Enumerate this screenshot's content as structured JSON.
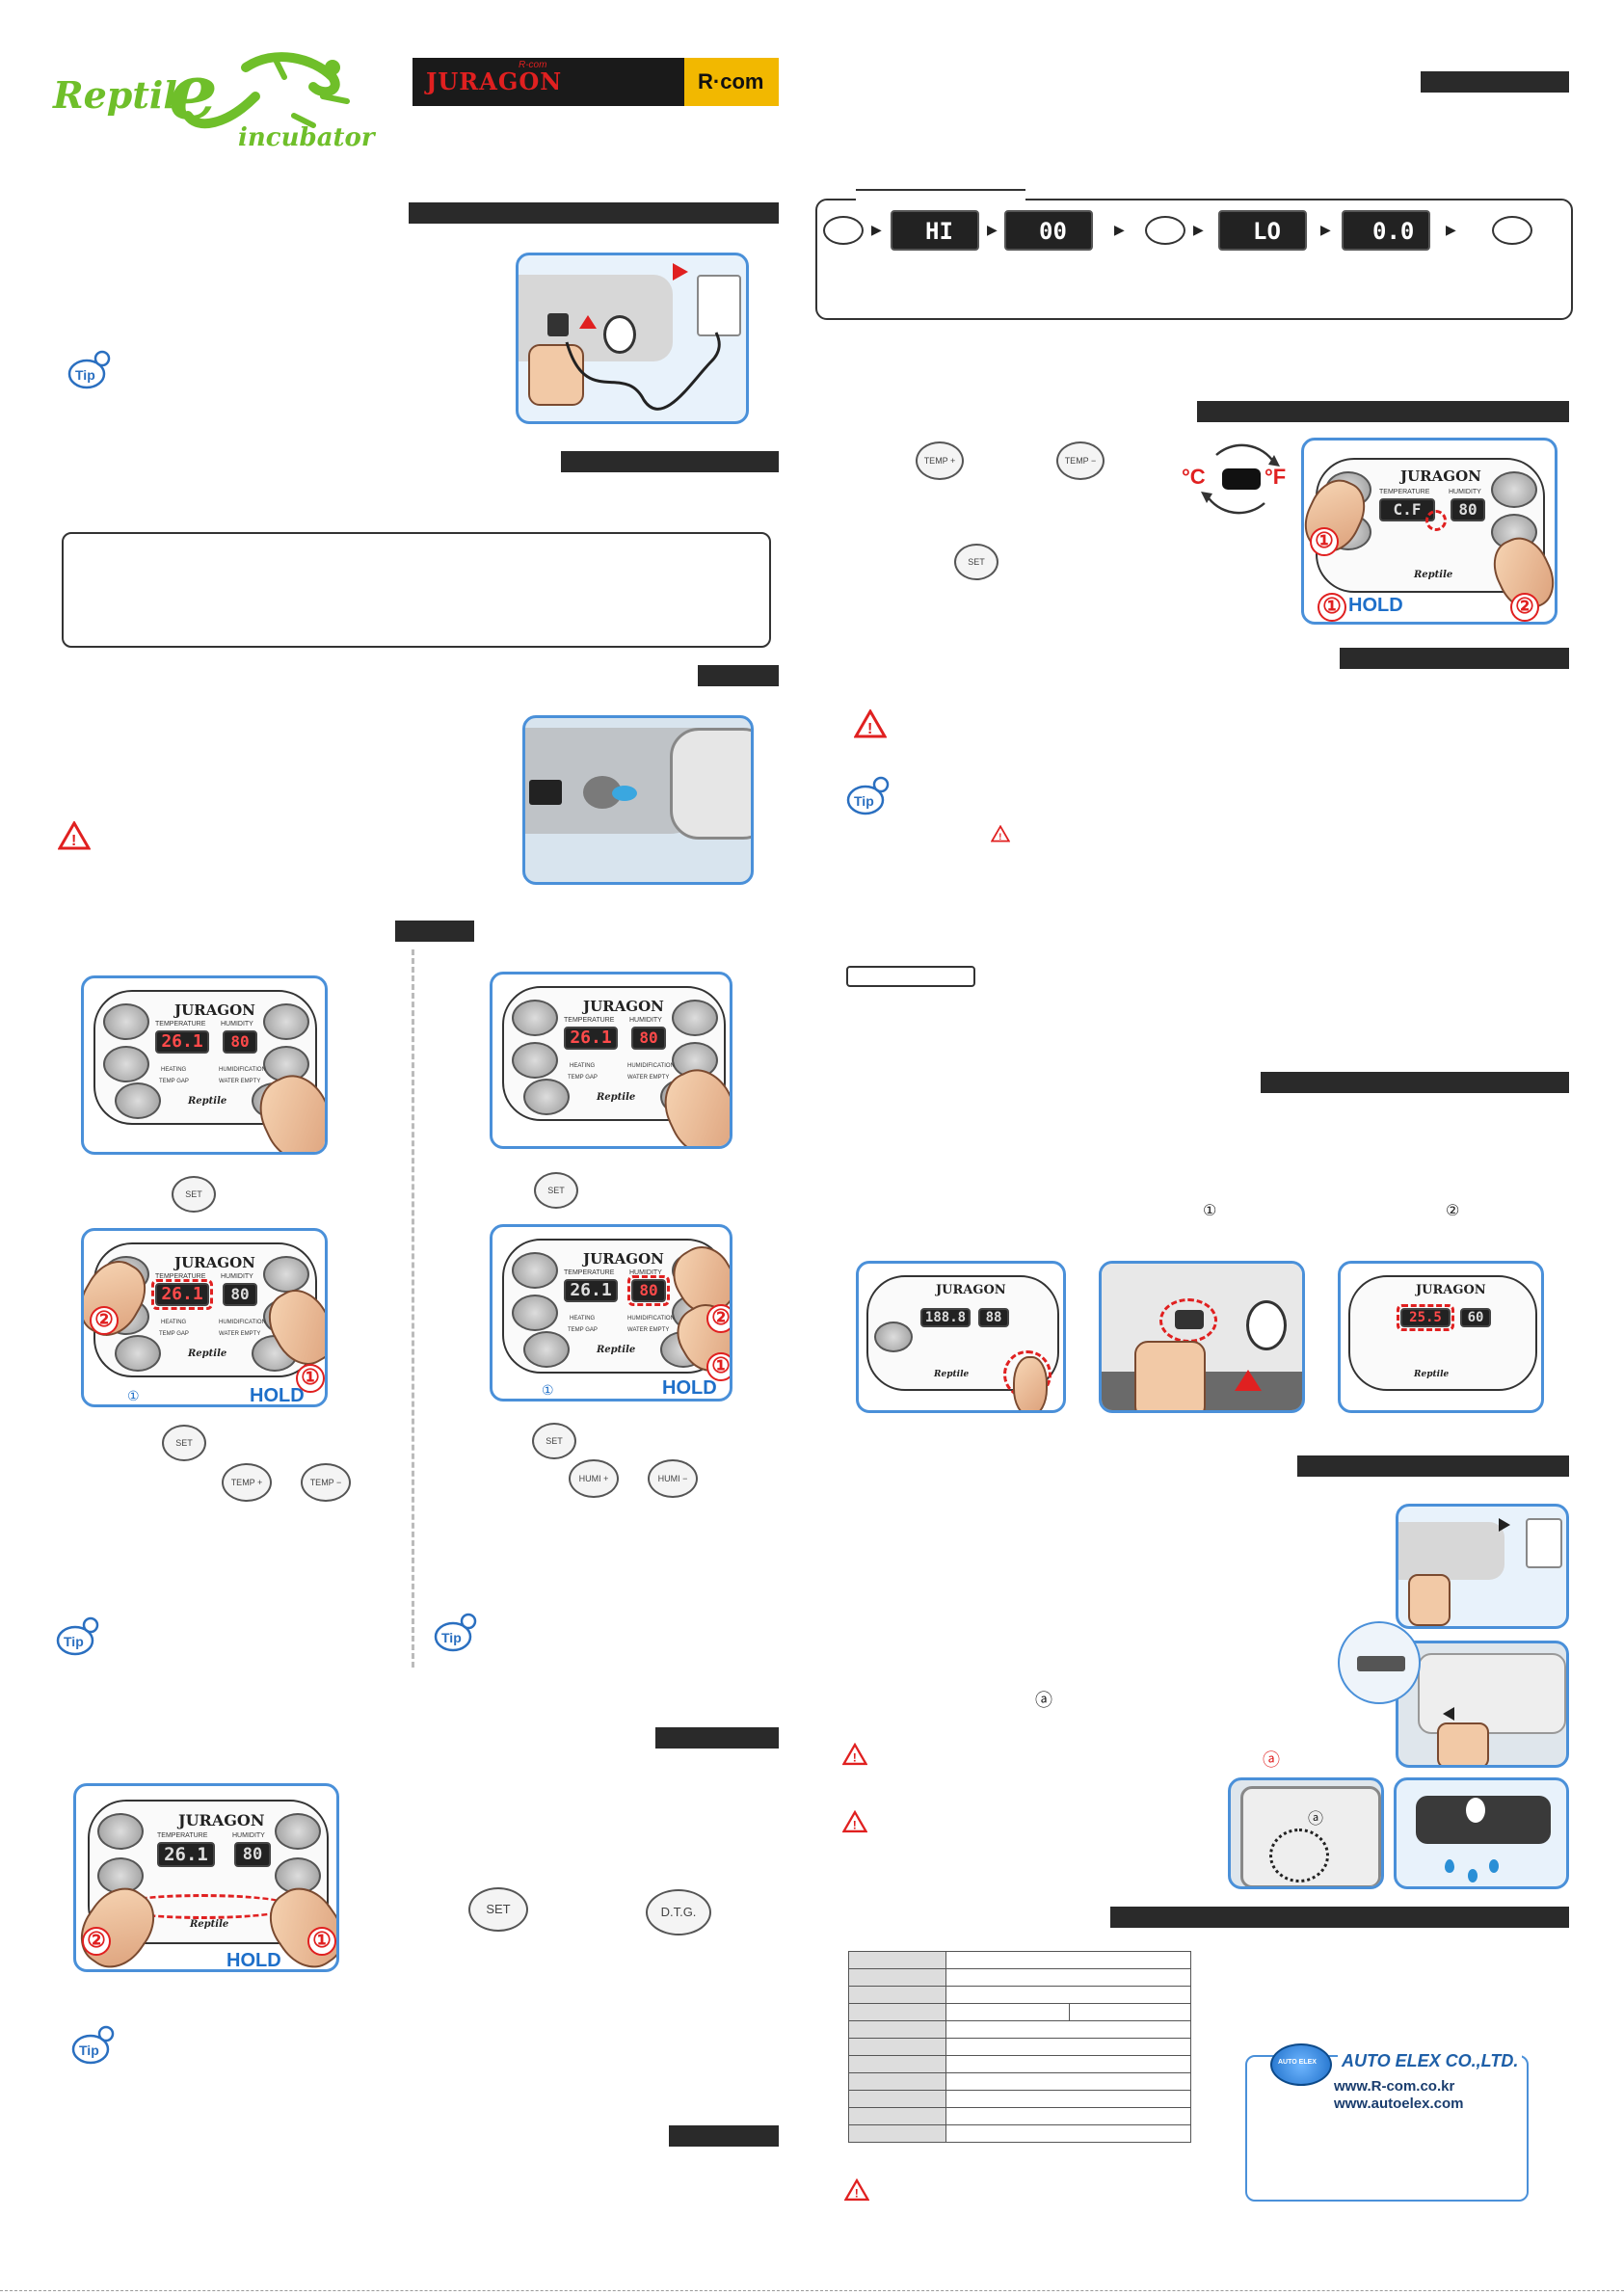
{
  "brand": {
    "logo_text_1": "Reptil",
    "logo_text_2": "e",
    "logo_text_3": "incubator",
    "juragon": "JURAGON",
    "juragon_super": "R-com",
    "rcom": "R·com"
  },
  "display_sequence": {
    "seg_1": "HI",
    "seg_2": "00",
    "seg_3": "LO",
    "seg_4": "0.0"
  },
  "unit_toggle": {
    "celsius": "°C",
    "fahrenheit": "°F",
    "hold": "HOLD",
    "lcd": "C.F"
  },
  "buttons": {
    "temp_plus": "TEMP +",
    "temp_minus": "TEMP −",
    "set": "SET",
    "humi_plus": "HUMI +",
    "humi_minus": "HUMI −",
    "dtg": "D.T.G."
  },
  "control_panel": {
    "brand": "JURAGON",
    "temperature": "TEMPERATURE",
    "humidity": "HUMIDITY",
    "temp_value": "26.1",
    "humi_value": "80",
    "heating": "HEATING",
    "temp_gap": "TEMP GAP",
    "humidification": "HUMIDIFICATION",
    "water_empty": "WATER EMPTY",
    "maker": "Reptile",
    "hold": "HOLD",
    "reading_a": "188.8",
    "reading_b": "88",
    "reading_c": "25.5",
    "reading_d": "60"
  },
  "marks": {
    "n1": "①",
    "n2": "②",
    "a": "ⓐ"
  },
  "company": {
    "name": "AUTO ELEX CO.,LTD.",
    "url1": "www.R-com.co.kr",
    "url2": "www.autoelex.com",
    "badge": "AUTO ELEX"
  },
  "colors": {
    "accent_blue": "#4a90d9",
    "hold_blue": "#1e6fc9",
    "alert_red": "#e02020",
    "logo_green": "#6fbf2a"
  }
}
